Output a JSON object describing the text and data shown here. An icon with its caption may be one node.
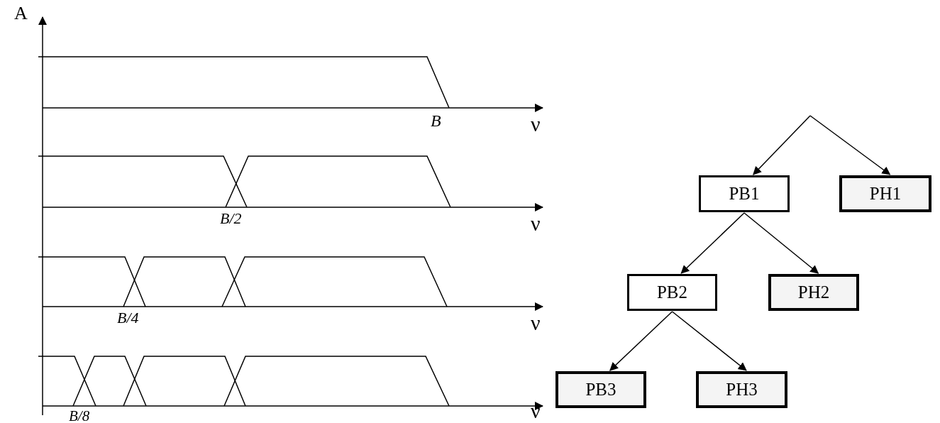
{
  "diagram": {
    "nodes": [
      {
        "text": [
          "PB1"
        ]
      },
      {
        "text": [
          "PH1"
        ]
      },
      {
        "text": [
          "PB2"
        ]
      },
      {
        "text": [
          "PH2"
        ]
      },
      {
        "text": [
          "PB3"
        ]
      },
      {
        "text": [
          "PH3"
        ]
      }
    ],
    "edges": [
      {
        "from": null,
        "to": 0,
        "arrow": "to"
      },
      {
        "from": null,
        "to": 1,
        "arrow": "to"
      },
      {
        "from": 0,
        "to": 2,
        "arrow": "to"
      },
      {
        "from": 0,
        "to": 3,
        "arrow": "to"
      },
      {
        "from": 2,
        "to": 4,
        "arrow": "to"
      },
      {
        "from": 2,
        "to": 5,
        "arrow": "to"
      }
    ],
    "labels": [
      "A",
      "B",
      "ν",
      "B/2",
      "ν",
      "B/4",
      "ν",
      "B/8",
      "ν"
    ]
  }
}
